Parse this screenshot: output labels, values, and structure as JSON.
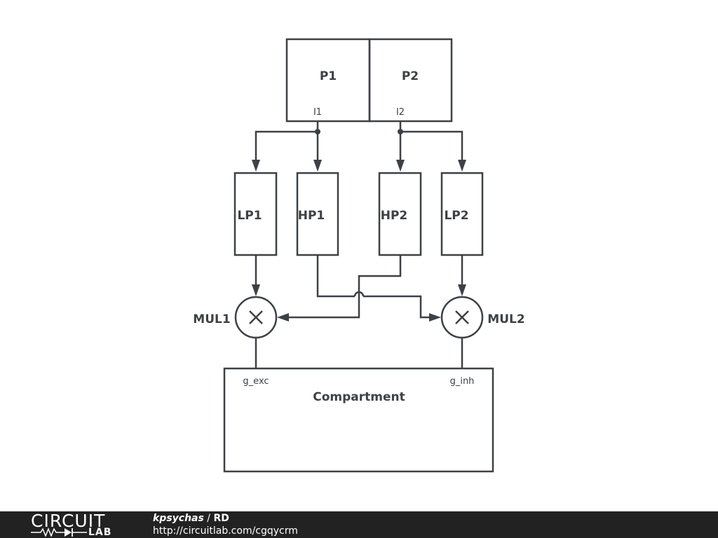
{
  "diagram": {
    "blocks": {
      "p1": "P1",
      "p2": "P2",
      "i1": "I1",
      "i2": "I2",
      "lp1": "LP1",
      "hp1": "HP1",
      "hp2": "HP2",
      "lp2": "LP2",
      "mul1": "MUL1",
      "mul2": "MUL2",
      "compartment": "Compartment",
      "g_exc": "g_exc",
      "g_inh": "g_inh"
    }
  },
  "footer": {
    "logo_top": "CIRCUIT",
    "logo_bottom": "LAB",
    "author": "kpsychas",
    "separator": " / ",
    "title": "RD",
    "url": "http://circuitlab.com/cgqycrm"
  },
  "colors": {
    "ink": "#3c4146",
    "footer_bg": "#222222"
  }
}
